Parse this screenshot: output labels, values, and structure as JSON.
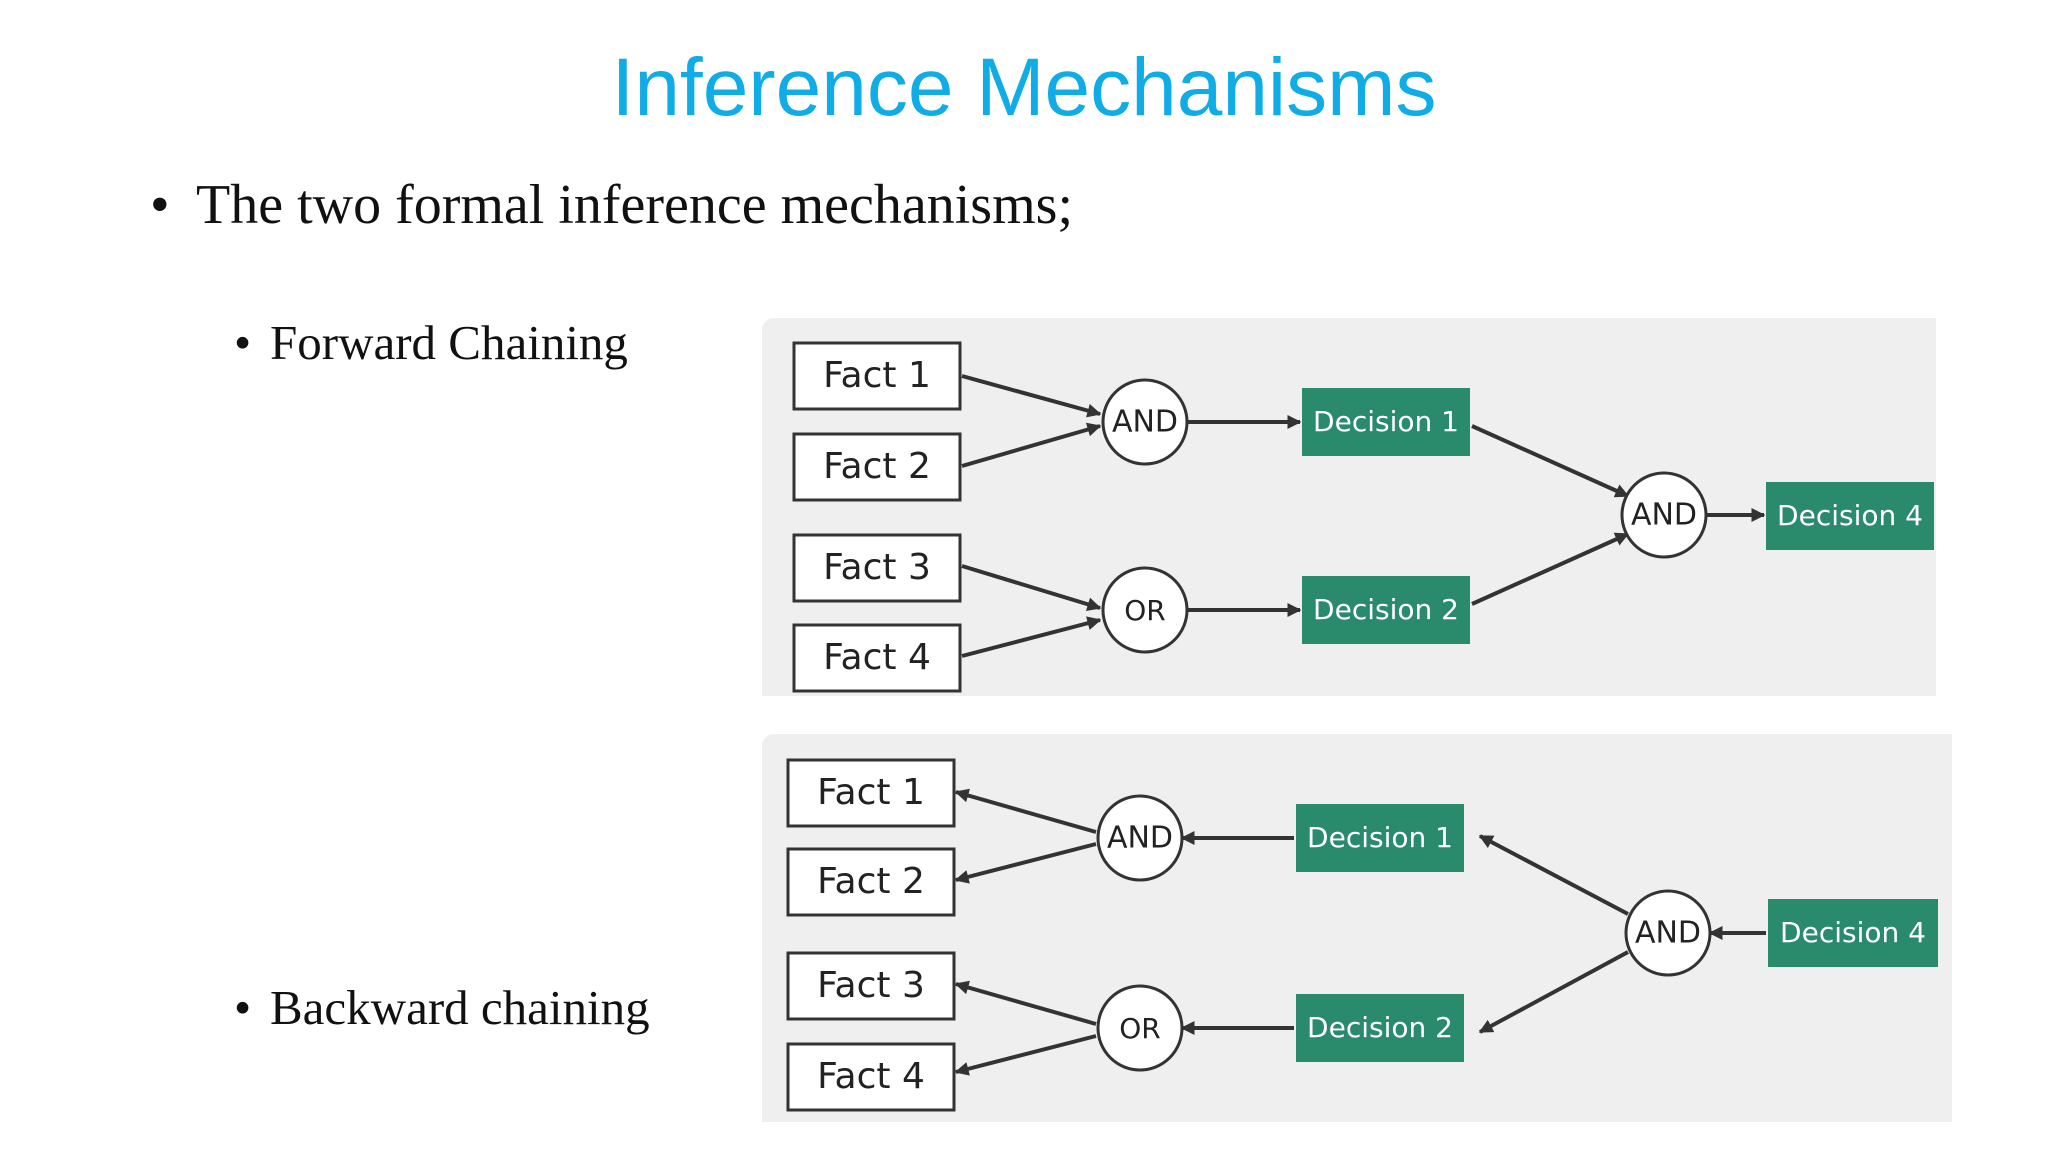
{
  "slide": {
    "title": "Inference Mechanisms",
    "bullet_main": "The two formal inference mechanisms;",
    "bullet_forward": "Forward Chaining",
    "bullet_backward": "Backward chaining",
    "bullet_glyph": "•"
  },
  "colors": {
    "title": "#10ace6",
    "decision_fill": "#2a8a6c",
    "panel": "#efefef",
    "stroke": "#333333"
  },
  "diagrams": {
    "forward": {
      "facts": [
        "Fact 1",
        "Fact 2",
        "Fact 3",
        "Fact 4"
      ],
      "gate_top": "AND",
      "gate_bottom": "OR",
      "decision_1": "Decision 1",
      "decision_2": "Decision 2",
      "gate_final": "AND",
      "decision_4": "Decision 4"
    },
    "backward": {
      "facts": [
        "Fact 1",
        "Fact 2",
        "Fact 3",
        "Fact 4"
      ],
      "gate_top": "AND",
      "gate_bottom": "OR",
      "decision_1": "Decision 1",
      "decision_2": "Decision 2",
      "gate_final": "AND",
      "decision_4": "Decision 4"
    }
  }
}
